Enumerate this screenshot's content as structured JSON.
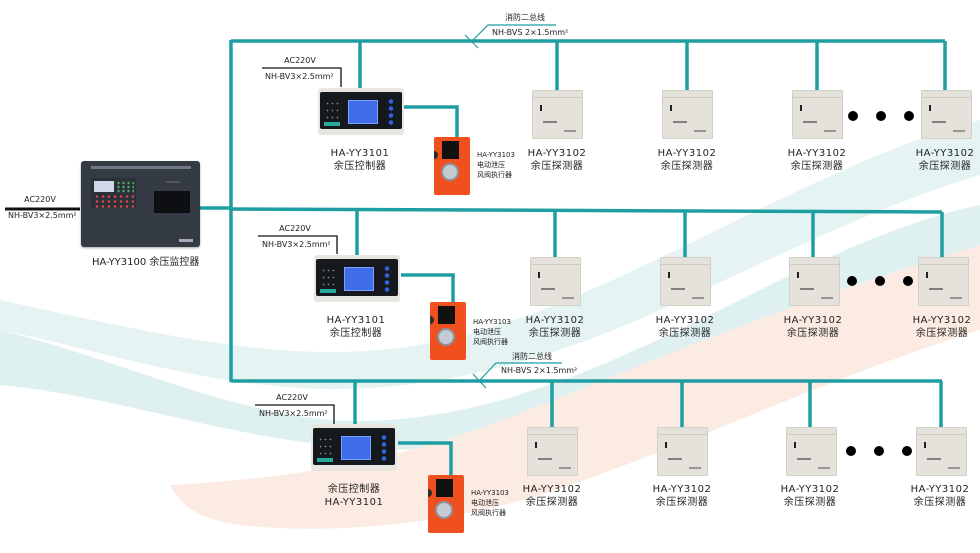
{
  "colors": {
    "bus_line": "#1f9ea2",
    "power_line": "#111111",
    "bg_wave_blue": "#dff0f0",
    "bg_wave_peach": "#fcebe2",
    "actuator": "#f0501e",
    "monitor_body": "#343b45"
  },
  "main_power": {
    "voltage": "AC220V",
    "cable": "NH-BV3×2.5mm²"
  },
  "monitor": {
    "label": "HA-YY3100 余压监控器",
    "icon": "pressure-monitor-panel-icon"
  },
  "bus_annotations": [
    {
      "title": "消防二总线",
      "cable": "NH-BVS  2×1.5mm²"
    },
    {
      "title": "消防二总线",
      "cable": "NH-BVS  2×1.5mm²"
    }
  ],
  "branches": [
    {
      "power": {
        "voltage": "AC220V",
        "cable": "NH-BV3×2.5mm²"
      },
      "controller": {
        "line1": "HA-YY3101",
        "line2": "余压控制器",
        "icon": "pressure-controller-icon"
      },
      "actuator": {
        "model": "HA-YY3103",
        "line2": "电动泄压",
        "line3": "风阀执行器",
        "icon": "damper-actuator-icon"
      },
      "detectors": [
        {
          "model": "HA-YY3102",
          "name": "余压探测器"
        },
        {
          "model": "HA-YY3102",
          "name": "余压探测器"
        },
        {
          "model": "HA-YY3102",
          "name": "余压探测器"
        },
        {
          "model": "HA-YY3102",
          "name": "余压探测器"
        }
      ],
      "ellipsis": "more-devices-icon"
    },
    {
      "power": {
        "voltage": "AC220V",
        "cable": "NH-BV3×2.5mm²"
      },
      "controller": {
        "line1": "HA-YY3101",
        "line2": "余压控制器",
        "icon": "pressure-controller-icon"
      },
      "actuator": {
        "model": "HA-YY3103",
        "line2": "电动泄压",
        "line3": "风阀执行器",
        "icon": "damper-actuator-icon"
      },
      "detectors": [
        {
          "model": "HA-YY3102",
          "name": "余压探测器"
        },
        {
          "model": "HA-YY3102",
          "name": "余压探测器"
        },
        {
          "model": "HA-YY3102",
          "name": "余压探测器"
        },
        {
          "model": "HA-YY3102",
          "name": "余压探测器"
        }
      ],
      "ellipsis": "more-devices-icon"
    },
    {
      "power": {
        "voltage": "AC220V",
        "cable": "NH-BV3×2.5mm²"
      },
      "controller": {
        "line1": "余压控制器",
        "line2": "HA-YY3101",
        "icon": "pressure-controller-icon"
      },
      "actuator": {
        "model": "HA-YY3103",
        "line2": "电动泄压",
        "line3": "风阀执行器",
        "icon": "damper-actuator-icon"
      },
      "detectors": [
        {
          "model": "HA-YY3102",
          "name": "余压探测器"
        },
        {
          "model": "HA-YY3102",
          "name": "余压探测器"
        },
        {
          "model": "HA-YY3102",
          "name": "余压探测器"
        },
        {
          "model": "HA-YY3102",
          "name": "余压探测器"
        }
      ],
      "ellipsis": "more-devices-icon"
    }
  ]
}
